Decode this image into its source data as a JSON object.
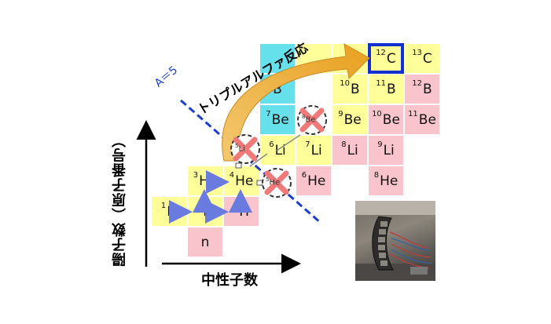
{
  "labels": {
    "y_axis": "陽子数（原子番号）",
    "x_axis": "中性子数",
    "a_line": "A＝5",
    "reaction": "トリプルアルファ反応"
  },
  "cells": [
    {
      "id": "n",
      "mass": "",
      "sym": "n",
      "color": "p"
    },
    {
      "id": "h1",
      "mass": "1",
      "sym": "H",
      "color": "y"
    },
    {
      "id": "h2",
      "mass": "2",
      "sym": "H",
      "color": "y"
    },
    {
      "id": "h3",
      "mass": "3",
      "sym": "H",
      "color": "p"
    },
    {
      "id": "he3",
      "mass": "3",
      "sym": "He",
      "color": "y"
    },
    {
      "id": "he4",
      "mass": "4",
      "sym": "He",
      "color": "y"
    },
    {
      "id": "he6",
      "mass": "6",
      "sym": "He",
      "color": "p"
    },
    {
      "id": "he8",
      "mass": "8",
      "sym": "He",
      "color": "p"
    },
    {
      "id": "li6",
      "mass": "6",
      "sym": "Li",
      "color": "y"
    },
    {
      "id": "li7",
      "mass": "7",
      "sym": "Li",
      "color": "y"
    },
    {
      "id": "li8",
      "mass": "8",
      "sym": "Li",
      "color": "p"
    },
    {
      "id": "li9",
      "mass": "9",
      "sym": "Li",
      "color": "p"
    },
    {
      "id": "be7",
      "mass": "7",
      "sym": "Be",
      "color": "c"
    },
    {
      "id": "be9",
      "mass": "9",
      "sym": "Be",
      "color": "y"
    },
    {
      "id": "be10",
      "mass": "10",
      "sym": "Be",
      "color": "p"
    },
    {
      "id": "be11",
      "mass": "11",
      "sym": "Be",
      "color": "p"
    },
    {
      "id": "b8",
      "mass": "",
      "sym": "B",
      "color": "c"
    },
    {
      "id": "b10",
      "mass": "10",
      "sym": "B",
      "color": "y"
    },
    {
      "id": "b11",
      "mass": "11",
      "sym": "B",
      "color": "y"
    },
    {
      "id": "b12",
      "mass": "12",
      "sym": "B",
      "color": "p"
    },
    {
      "id": "c11",
      "mass": "",
      "sym": "C",
      "color": "y"
    },
    {
      "id": "c12",
      "mass": "12",
      "sym": "C",
      "color": "y"
    },
    {
      "id": "c13",
      "mass": "13",
      "sym": "C",
      "color": "y"
    },
    {
      "id": "blank_c9",
      "mass": "",
      "sym": "",
      "color": "c"
    },
    {
      "id": "blank_c10",
      "mass": "",
      "sym": "",
      "color": "y"
    }
  ],
  "unbound": [
    {
      "id": "be8",
      "mass": "8",
      "sym": "Be"
    },
    {
      "id": "he5",
      "mass": "5",
      "sym": "He"
    },
    {
      "id": "li5",
      "mass": "5",
      "sym": "Li"
    }
  ],
  "colors": {
    "stable": "#ffff99",
    "unstable": "#f9c4cc",
    "proton_rich": "#66e0ea",
    "highlight": "#1030d0",
    "a_line": "#1a3ed8",
    "arrow": "#f0b030",
    "process_arrow": "#6a7be0"
  },
  "photo_icon": "detector-photo"
}
